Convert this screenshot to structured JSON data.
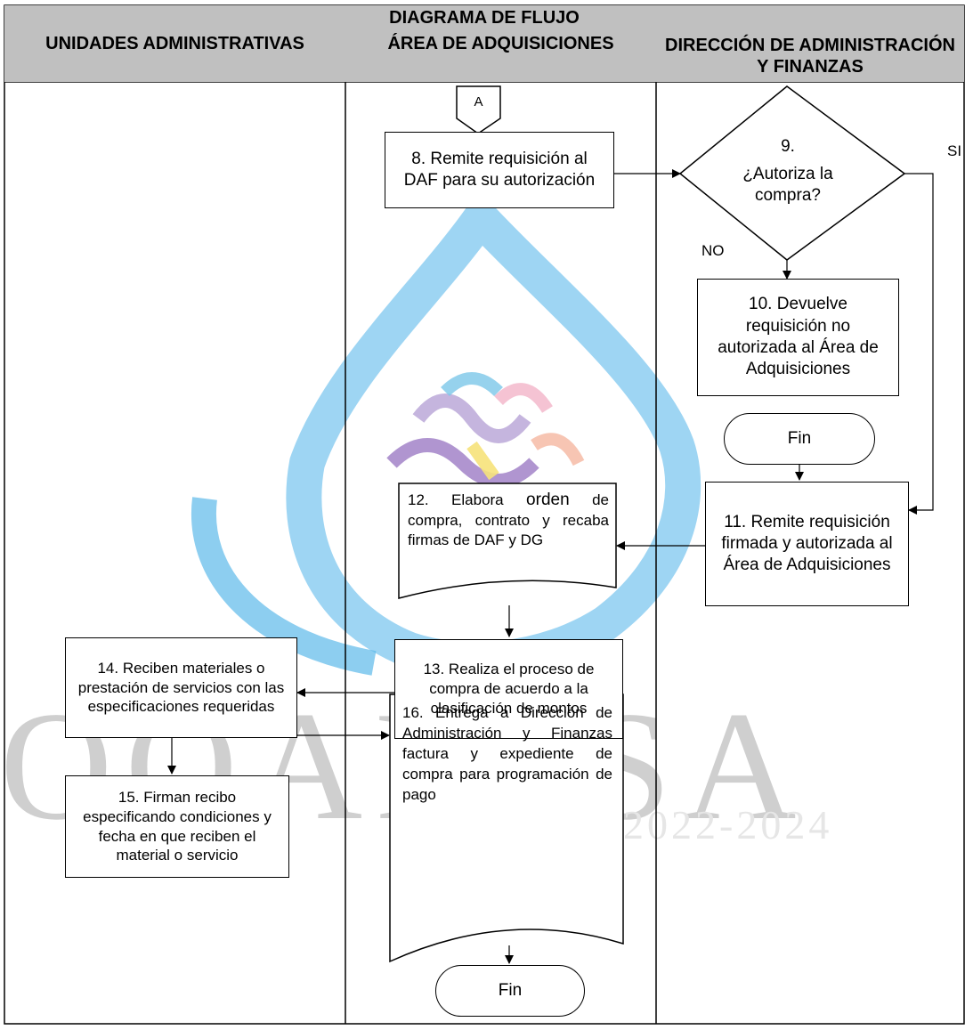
{
  "diagram": {
    "title": "DIAGRAMA DE FLUJO",
    "lanes": [
      "UNIDADES ADMINISTRATIVAS",
      "ÁREA DE ADQUISICIONES",
      "DIRECCIÓN DE ADMINISTRACIÓN Y FINANZAS"
    ],
    "connector_label": "A",
    "steps": {
      "s8": "8. Remite requisición al DAF para su autorización",
      "s9_number": "9.",
      "s9_question": "¿Autoriza la compra?",
      "s10": "10. Devuelve requisición no autorizada al Área de Adquisiciones",
      "s11": "11. Remite requisición firmada y autorizada al Área de Adquisiciones",
      "s12_a": "12. Elabora",
      "s12_b": "orden",
      "s12_c": "de compra, contrato y recaba firmas de DAF y DG",
      "s13": "13. Realiza el proceso de compra de acuerdo a la clasificación de montos",
      "s14": "14. Reciben materiales o prestación de servicios con las especificaciones requeridas",
      "s15": "15. Firman recibo especificando condiciones y fecha en que reciben el material o servicio",
      "s16": "16. Entrega a Dirección de Administración y Finanzas factura y expediente de compra para programación de pago"
    },
    "end_label_1": "Fin",
    "end_label_2": "Fin",
    "yes_label": "SI",
    "no_label": "NO"
  },
  "watermark": {
    "letters": "OOAPASA",
    "years": "2022-2024"
  }
}
